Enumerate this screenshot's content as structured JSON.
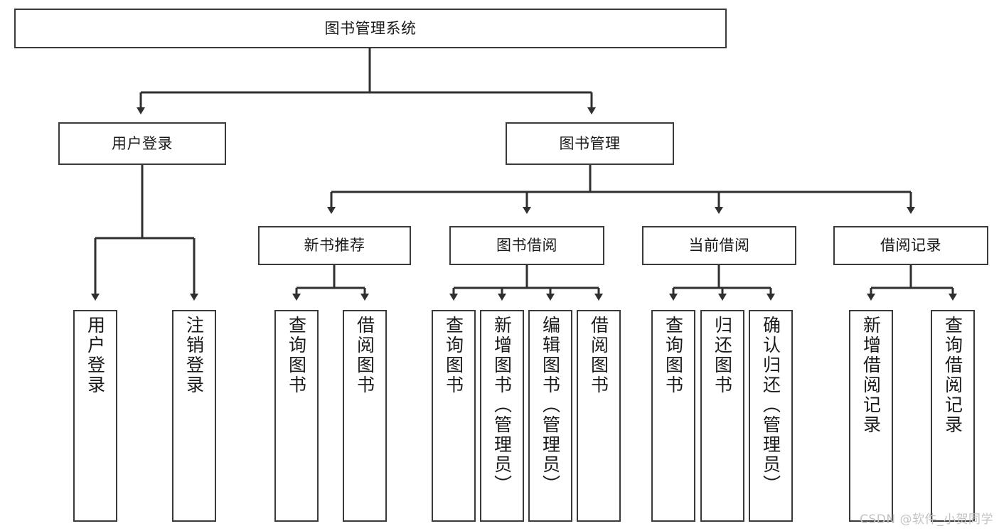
{
  "diagram": {
    "type": "tree-hierarchy-chart",
    "title": "图书管理系统",
    "watermark": "CSDN @软件_小贺同学",
    "colors": {
      "box_border": "#3a3a3a",
      "box_fill": "#ffffff",
      "edge": "#2f2f2f",
      "text": "#1a1a1a",
      "watermark": "#c3c3c3"
    },
    "nodes": {
      "root": {
        "label": "图书管理系统",
        "level": 1,
        "orientation": "horizontal"
      },
      "user_login": {
        "label": "用户登录",
        "level": 2,
        "orientation": "horizontal"
      },
      "book_manage": {
        "label": "图书管理",
        "level": 2,
        "orientation": "horizontal"
      },
      "new_book_rec": {
        "label": "新书推荐",
        "level": 3,
        "orientation": "horizontal"
      },
      "book_borrow": {
        "label": "图书借阅",
        "level": 3,
        "orientation": "horizontal"
      },
      "current_borrow": {
        "label": "当前借阅",
        "level": 3,
        "orientation": "horizontal"
      },
      "borrow_record": {
        "label": "借阅记录",
        "level": 3,
        "orientation": "horizontal"
      },
      "leaf_user_login": {
        "label": "用户登录",
        "level": 4,
        "orientation": "vertical"
      },
      "leaf_logout": {
        "label": "注销登录",
        "level": 4,
        "orientation": "vertical"
      },
      "leaf_query_book_a": {
        "label": "查询图书",
        "level": 4,
        "orientation": "vertical"
      },
      "leaf_borrow_book_a": {
        "label": "借阅图书",
        "level": 4,
        "orientation": "vertical"
      },
      "leaf_query_book_b": {
        "label": "查询图书",
        "level": 4,
        "orientation": "vertical"
      },
      "leaf_add_book": {
        "label": "新增图书（管理员）",
        "level": 4,
        "orientation": "vertical"
      },
      "leaf_edit_book": {
        "label": "编辑图书（管理员）",
        "level": 4,
        "orientation": "vertical"
      },
      "leaf_borrow_book_b": {
        "label": "借阅图书",
        "level": 4,
        "orientation": "vertical"
      },
      "leaf_query_book_c": {
        "label": "查询图书",
        "level": 4,
        "orientation": "vertical"
      },
      "leaf_return_book": {
        "label": "归还图书",
        "level": 4,
        "orientation": "vertical"
      },
      "leaf_confirm_return": {
        "label": "确认归还（管理员）",
        "level": 4,
        "orientation": "vertical"
      },
      "leaf_add_record": {
        "label": "新增借阅记录",
        "level": 4,
        "orientation": "vertical"
      },
      "leaf_query_record": {
        "label": "查询借阅记录",
        "level": 4,
        "orientation": "vertical"
      }
    },
    "edges": [
      {
        "from": "root",
        "to": "user_login"
      },
      {
        "from": "root",
        "to": "book_manage"
      },
      {
        "from": "book_manage",
        "to": "new_book_rec"
      },
      {
        "from": "book_manage",
        "to": "book_borrow"
      },
      {
        "from": "book_manage",
        "to": "current_borrow"
      },
      {
        "from": "book_manage",
        "to": "borrow_record"
      },
      {
        "from": "user_login",
        "to": "leaf_user_login"
      },
      {
        "from": "user_login",
        "to": "leaf_logout"
      },
      {
        "from": "new_book_rec",
        "to": "leaf_query_book_a"
      },
      {
        "from": "new_book_rec",
        "to": "leaf_borrow_book_a"
      },
      {
        "from": "book_borrow",
        "to": "leaf_query_book_b"
      },
      {
        "from": "book_borrow",
        "to": "leaf_add_book"
      },
      {
        "from": "book_borrow",
        "to": "leaf_edit_book"
      },
      {
        "from": "book_borrow",
        "to": "leaf_borrow_book_b"
      },
      {
        "from": "current_borrow",
        "to": "leaf_query_book_c"
      },
      {
        "from": "current_borrow",
        "to": "leaf_return_book"
      },
      {
        "from": "current_borrow",
        "to": "leaf_confirm_return"
      },
      {
        "from": "borrow_record",
        "to": "leaf_add_record"
      },
      {
        "from": "borrow_record",
        "to": "leaf_query_record"
      }
    ]
  }
}
